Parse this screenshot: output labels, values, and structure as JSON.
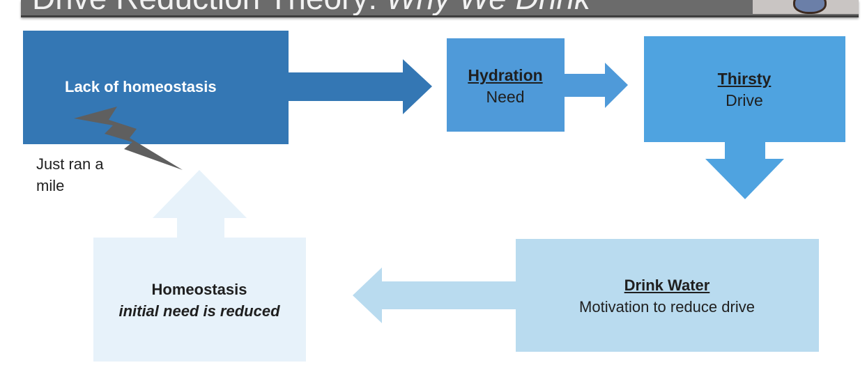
{
  "header": {
    "title_main": "Drive Reduction Theory: ",
    "title_italic": "Why We Drink"
  },
  "diagram": {
    "lack": {
      "label": "Lack of homeostasis"
    },
    "hydration": {
      "title": "Hydration",
      "subtitle": "Need"
    },
    "thirsty": {
      "title": "Thirsty",
      "subtitle": "Drive"
    },
    "drink": {
      "title": "Drink Water",
      "subtitle": "Motivation to reduce drive"
    },
    "homeostasis": {
      "title": "Homeostasis",
      "subtitle": "initial need is reduced"
    },
    "trigger": {
      "line1": "Just ran a",
      "line2": "mile"
    }
  },
  "colors": {
    "dark_blue": "#3477b4",
    "mid_blue": "#4f9ad9",
    "light_blue": "#4fa3e0",
    "pale_blue": "#b9dbef",
    "very_pale_blue": "#e7f2fa",
    "lightning": "#5f5f5f"
  },
  "icons": {
    "lightning": "lightning-bolt-icon"
  }
}
